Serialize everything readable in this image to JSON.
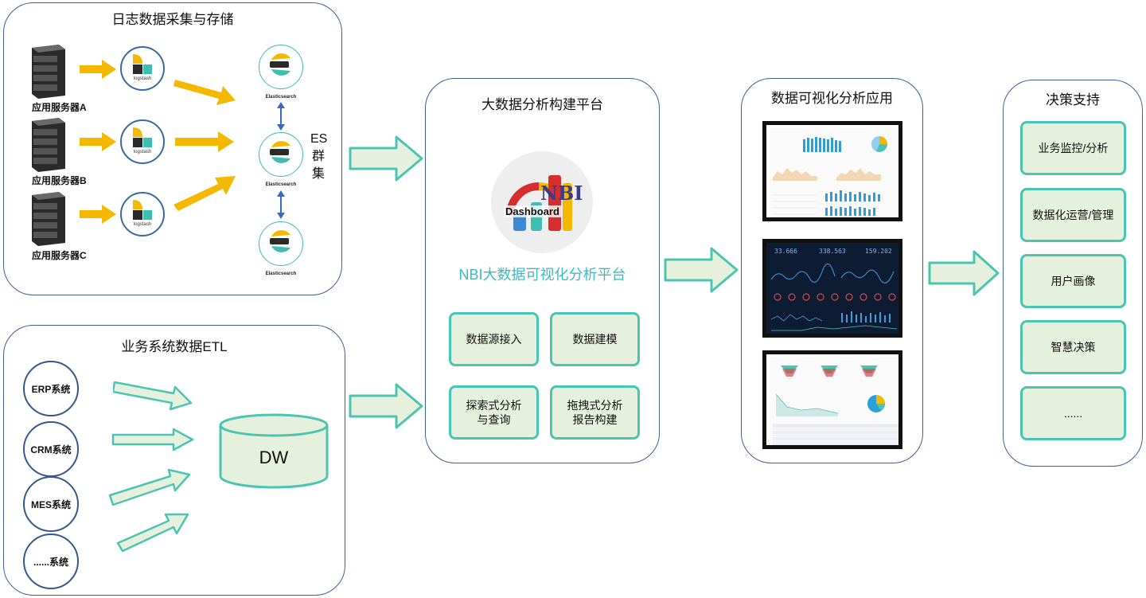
{
  "log_panel": {
    "title": "日志数据采集与存储",
    "servers": [
      "应用服务器A",
      "应用服务器B",
      "应用服务器C"
    ],
    "logstash_label": "logstash",
    "elasticsearch_label": "Elasticsearch",
    "es_cluster_label": [
      "ES",
      "群",
      "集"
    ]
  },
  "etl_panel": {
    "title": "业务系统数据ETL",
    "systems": [
      "ERP系统",
      "CRM系统",
      "MES系统",
      "......系统"
    ],
    "dw_label": "DW"
  },
  "platform_panel": {
    "title": "大数据分析构建平台",
    "logo_text": "Dashboard",
    "logo_badge": "NBI",
    "platform_name": "NBI大数据可视化分析平台",
    "modules": [
      "数据源接入",
      "数据建模",
      "探索式分析\n与查询",
      "拖拽式分析\n报告构建"
    ]
  },
  "viz_panel": {
    "title": "数据可视化分析应用",
    "dashboard_numbers": [
      "33.666",
      "338.563",
      "159.202"
    ]
  },
  "decision_panel": {
    "title": "决策支持",
    "items": [
      "业务监控/分析",
      "数据化运营/管理",
      "用户画像",
      "智慧决策",
      "......"
    ]
  },
  "colors": {
    "panel_border": "#3d5f93",
    "teal": "#4cc4b3",
    "light_green": "#e6f1dd",
    "gold_arrow": "#f5b800",
    "platform_text": "#3fb8c0"
  }
}
